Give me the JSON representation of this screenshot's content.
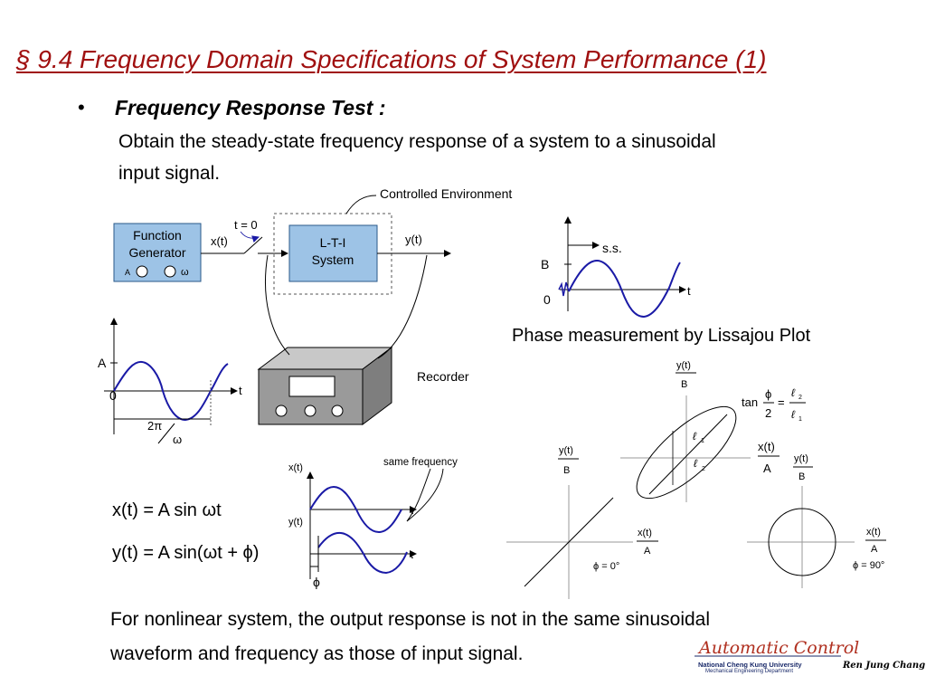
{
  "slide": {
    "title": "§ 9.4  Frequency Domain Specifications of System Performance (1)",
    "bullet": "•",
    "heading": "Frequency Response Test :",
    "text_line1": "Obtain the steady-state frequency response of a system to a sinusoidal",
    "text_line2": "input signal.",
    "bottom_line1": "For nonlinear system, the output response is not in the same sinusoidal",
    "bottom_line2": "waveform and frequency as those of input signal.",
    "phase_caption": "Phase measurement by Lissajou Plot"
  },
  "setup": {
    "controlled_env": "Controlled Environment",
    "func_gen_line1": "Function",
    "func_gen_line2": "Generator",
    "knob_a": "A",
    "knob_w": "ω",
    "switch_label": "t = 0",
    "input": "x(t)",
    "system_line1": "L-T-I",
    "system_line2": "System",
    "output": "y(t)",
    "recorder": "Recorder"
  },
  "input_wave": {
    "amp": "A",
    "origin": "0",
    "t": "t",
    "period": "2π",
    "period_den": "ω"
  },
  "response_wave": {
    "b": "B",
    "origin": "0",
    "t": "t",
    "ss": "s.s."
  },
  "equations": {
    "x_eq": "x(t) = A sin ωt",
    "y_eq": "y(t) = A sin(ωt + ϕ)"
  },
  "compare": {
    "x": "x(t)",
    "y": "y(t)",
    "t1": "t",
    "t2": "t",
    "phi": "ϕ",
    "same_freq": "same frequency"
  },
  "lissajou": {
    "y_axis": "y(t)",
    "b": "B",
    "x_axis": "x(t)",
    "a": "A",
    "tan_left": "tan",
    "phi": "ϕ",
    "two": "2",
    "eq": "=",
    "l": "ℓ",
    "sub2": "2",
    "sub1": "1",
    "phase0": "ϕ = 0°",
    "phase90": "ϕ = 90°"
  },
  "logo": {
    "main": "Automatic Control",
    "university": "National Cheng Kung University",
    "department": "Mechanical Engineering Department",
    "signature": "Ren Jung Chang"
  },
  "colors": {
    "title": "#a01010",
    "box_fill": "#9dc3e6",
    "wave": "#1a1aa6",
    "recorder_gray": "#9a9a9a"
  }
}
